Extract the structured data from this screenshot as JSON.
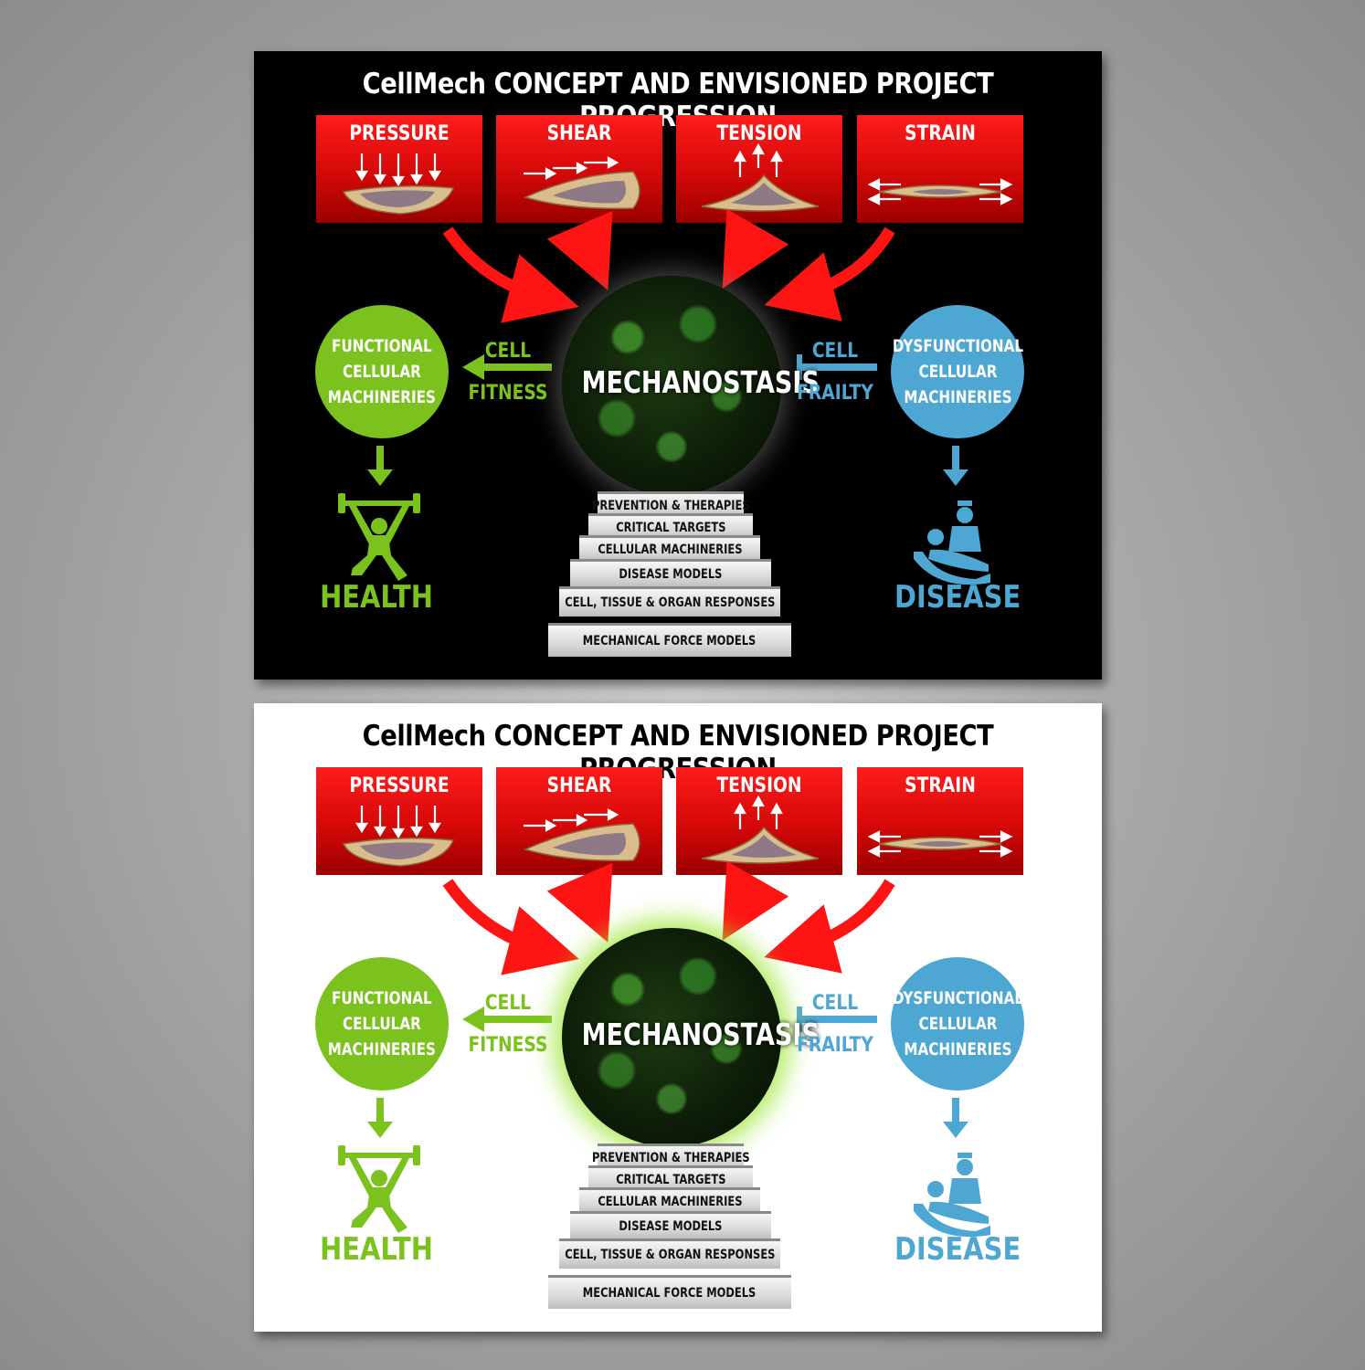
{
  "title": "CellMech CONCEPT AND ENVISIONED PROJECT PROGRESSION",
  "forces": [
    {
      "label": "PRESSURE"
    },
    {
      "label": "SHEAR"
    },
    {
      "label": "TENSION"
    },
    {
      "label": "STRAIN"
    }
  ],
  "center": "MECHANOSTASIS",
  "left": {
    "circle_lines": [
      "FUNCTIONAL",
      "CELLULAR",
      "MACHINERIES"
    ],
    "arrow_lines": [
      "CELL",
      "FITNESS"
    ],
    "outcome": "HEALTH",
    "icon": "weightlifter-icon"
  },
  "right": {
    "circle_lines": [
      "DYSFUNCTIONAL",
      "CELLULAR",
      "MACHINERIES"
    ],
    "arrow_lines": [
      "CELL",
      "FRAILTY"
    ],
    "outcome": "DISEASE",
    "icon": "patient-nurse-icon"
  },
  "steps": [
    "PREVENTION & THERAPIES",
    "CRITICAL TARGETS",
    "CELLULAR MACHINERIES",
    "DISEASE MODELS",
    "CELL, TISSUE & ORGAN RESPONSES",
    "MECHANICAL FORCE MODELS"
  ],
  "colors": {
    "force_red": "#e00f0f",
    "arrow_red": "#ff1414",
    "health_green": "#7cc21e",
    "disease_blue": "#4ea6d3",
    "glow_green": "#96e628"
  },
  "variants": [
    "dark",
    "light"
  ]
}
